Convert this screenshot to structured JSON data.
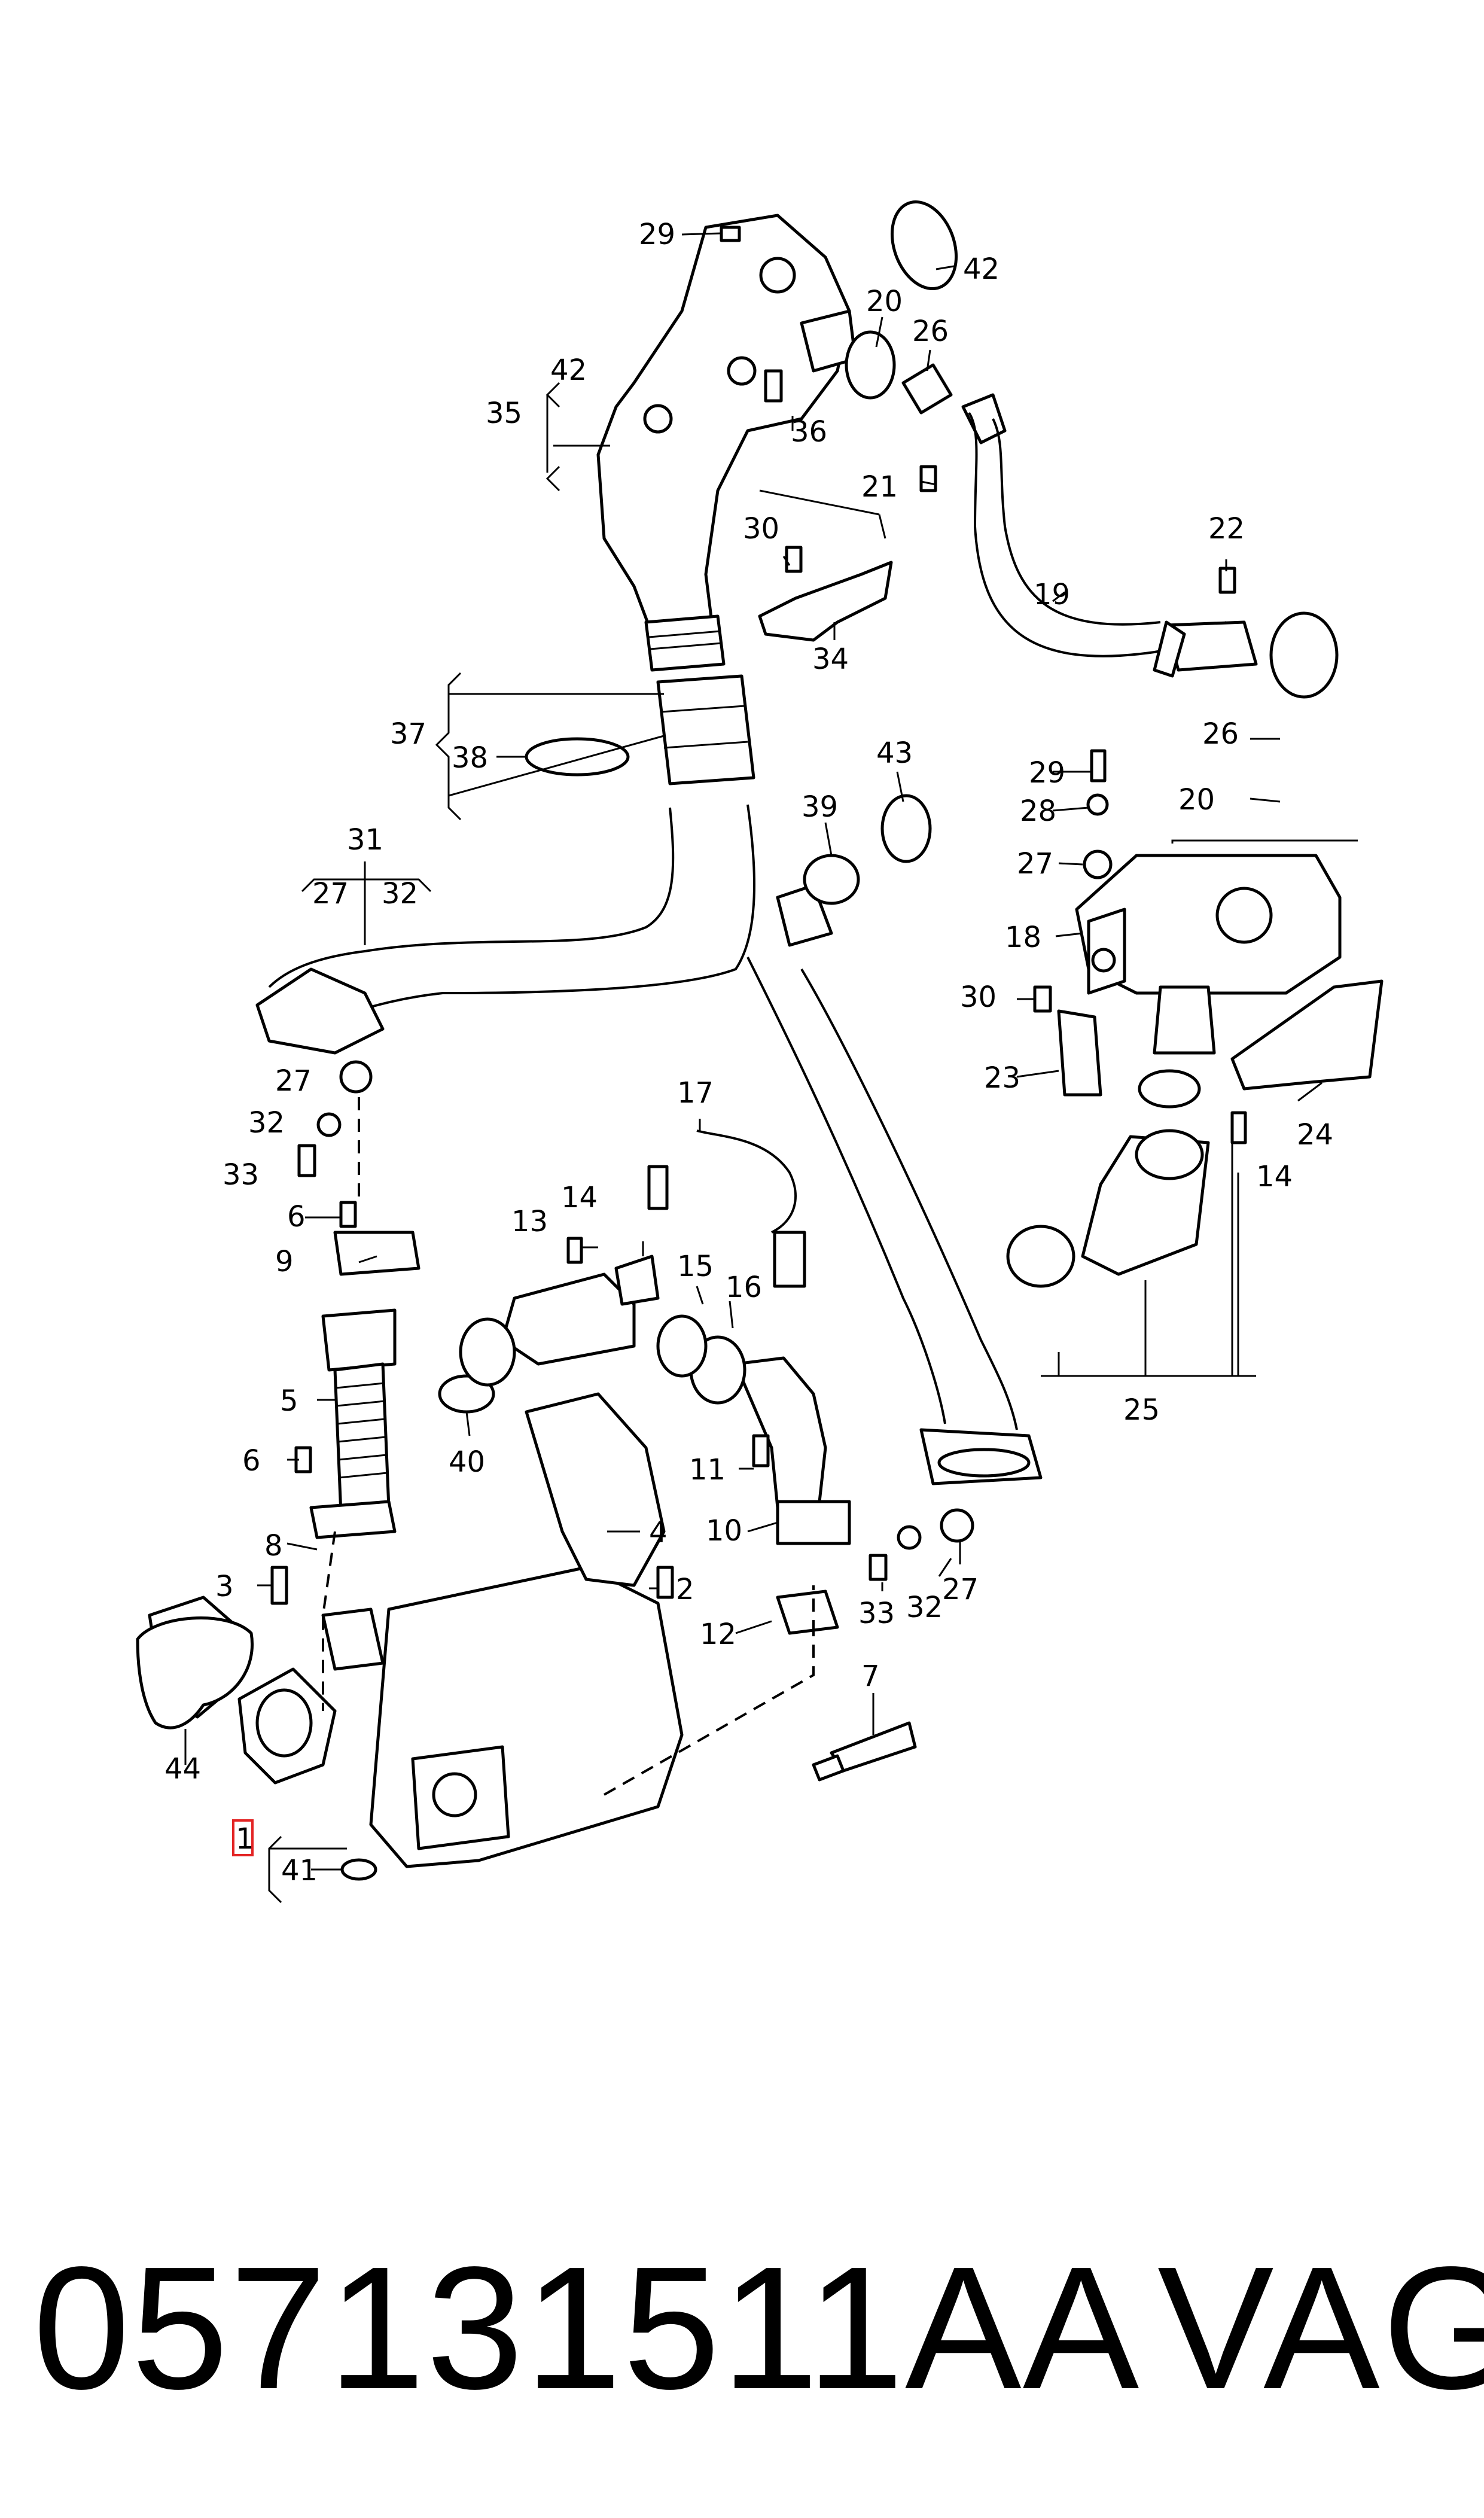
{
  "diagram": {
    "callouts": {
      "c1": "1",
      "c2": "2",
      "c3": "3",
      "c4": "4",
      "c5": "5",
      "c6a": "6",
      "c6b": "6",
      "c7": "7",
      "c8": "8",
      "c9": "9",
      "c10": "10",
      "c11": "11",
      "c12": "12",
      "c13": "13",
      "c14a": "14",
      "c14b": "14",
      "c15": "15",
      "c16": "16",
      "c17": "17",
      "c18": "18",
      "c19": "19",
      "c20a": "20",
      "c20b": "20",
      "c21": "21",
      "c22": "22",
      "c23": "23",
      "c24": "24",
      "c25": "25",
      "c26a": "26",
      "c26b": "26",
      "c27a": "27",
      "c27b": "27",
      "c27c": "27",
      "c27d": "27",
      "c28": "28",
      "c29a": "29",
      "c29b": "29",
      "c30a": "30",
      "c30b": "30",
      "c31": "31",
      "c32a": "32",
      "c32b": "32",
      "c32c": "32",
      "c33a": "33",
      "c33b": "33",
      "c34": "34",
      "c35": "35",
      "c36": "36",
      "c37": "37",
      "c38": "38",
      "c39": "39",
      "c40": "40",
      "c41": "41",
      "c42a": "42",
      "c42b": "42",
      "c43": "43",
      "c44": "44"
    },
    "highlighted_callout": "1",
    "highlight_color": "#e32424"
  },
  "footer": {
    "part_number": "057131511AA",
    "brand": "VAG"
  }
}
